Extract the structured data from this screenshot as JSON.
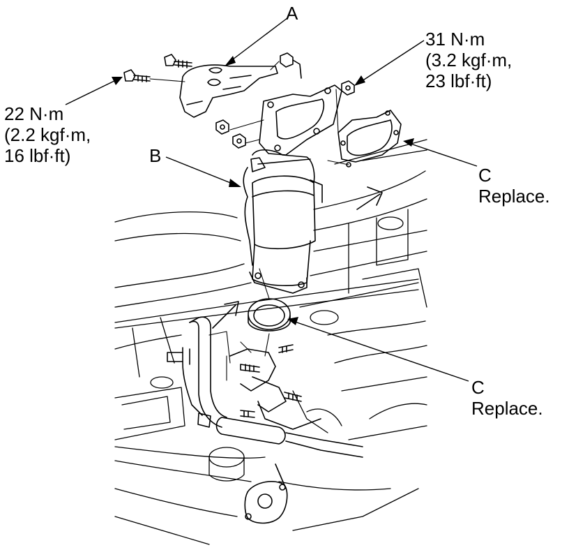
{
  "labels": {
    "a": "A",
    "b": "B",
    "c_gasket": {
      "letter": "C",
      "note": "Replace."
    },
    "c_ring": {
      "letter": "C",
      "note": "Replace."
    }
  },
  "torque_specs": {
    "bolt_22": {
      "line1": "22 N·m",
      "line2": "(2.2 kgf·m,",
      "line3": "16 lbf·ft)"
    },
    "nut_31": {
      "line1": "31 N·m",
      "line2": "(3.2 kgf·m,",
      "line3": "23 lbf·ft)"
    }
  },
  "colors": {
    "ink": "#000000",
    "paper": "#ffffff"
  }
}
